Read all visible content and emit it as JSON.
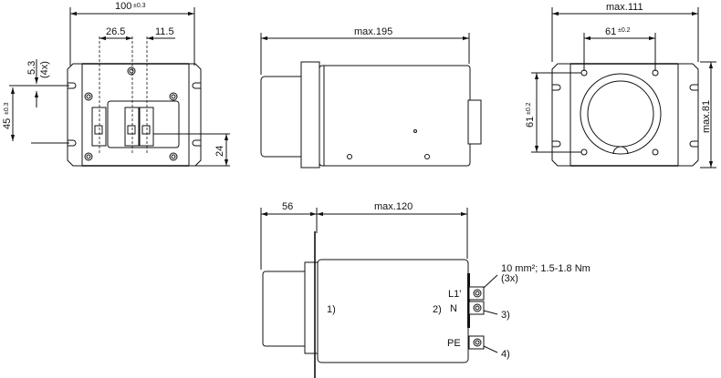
{
  "front_view": {
    "width_dim": "100",
    "width_tol": "±0.3",
    "pitch1": "26.5",
    "pitch2": "11.5",
    "slot_dim": "5.3",
    "slot_count": "(4x)",
    "height_dim": "45",
    "height_tol": "±0.3",
    "terminal_height": "24"
  },
  "side_view": {
    "length_dim": "max.195"
  },
  "rear_view": {
    "width_dim": "max.111",
    "hole_pitch_h": "61",
    "hole_pitch_h_tol": "±0.2",
    "hole_pitch_v": "61",
    "hole_pitch_v_tol": "±0.2",
    "height_dim": "max.81"
  },
  "bottom_view": {
    "connector_dim": "56",
    "body_dim": "max.120",
    "note1": "1)",
    "note2": "2)",
    "terminal_spec": "10 mm²; 1.5-1.8 Nm",
    "terminal_count": "(3x)",
    "label_l1": "L1'",
    "label_n": "N",
    "label_pe": "PE",
    "note3": "3)",
    "note4": "4)"
  }
}
